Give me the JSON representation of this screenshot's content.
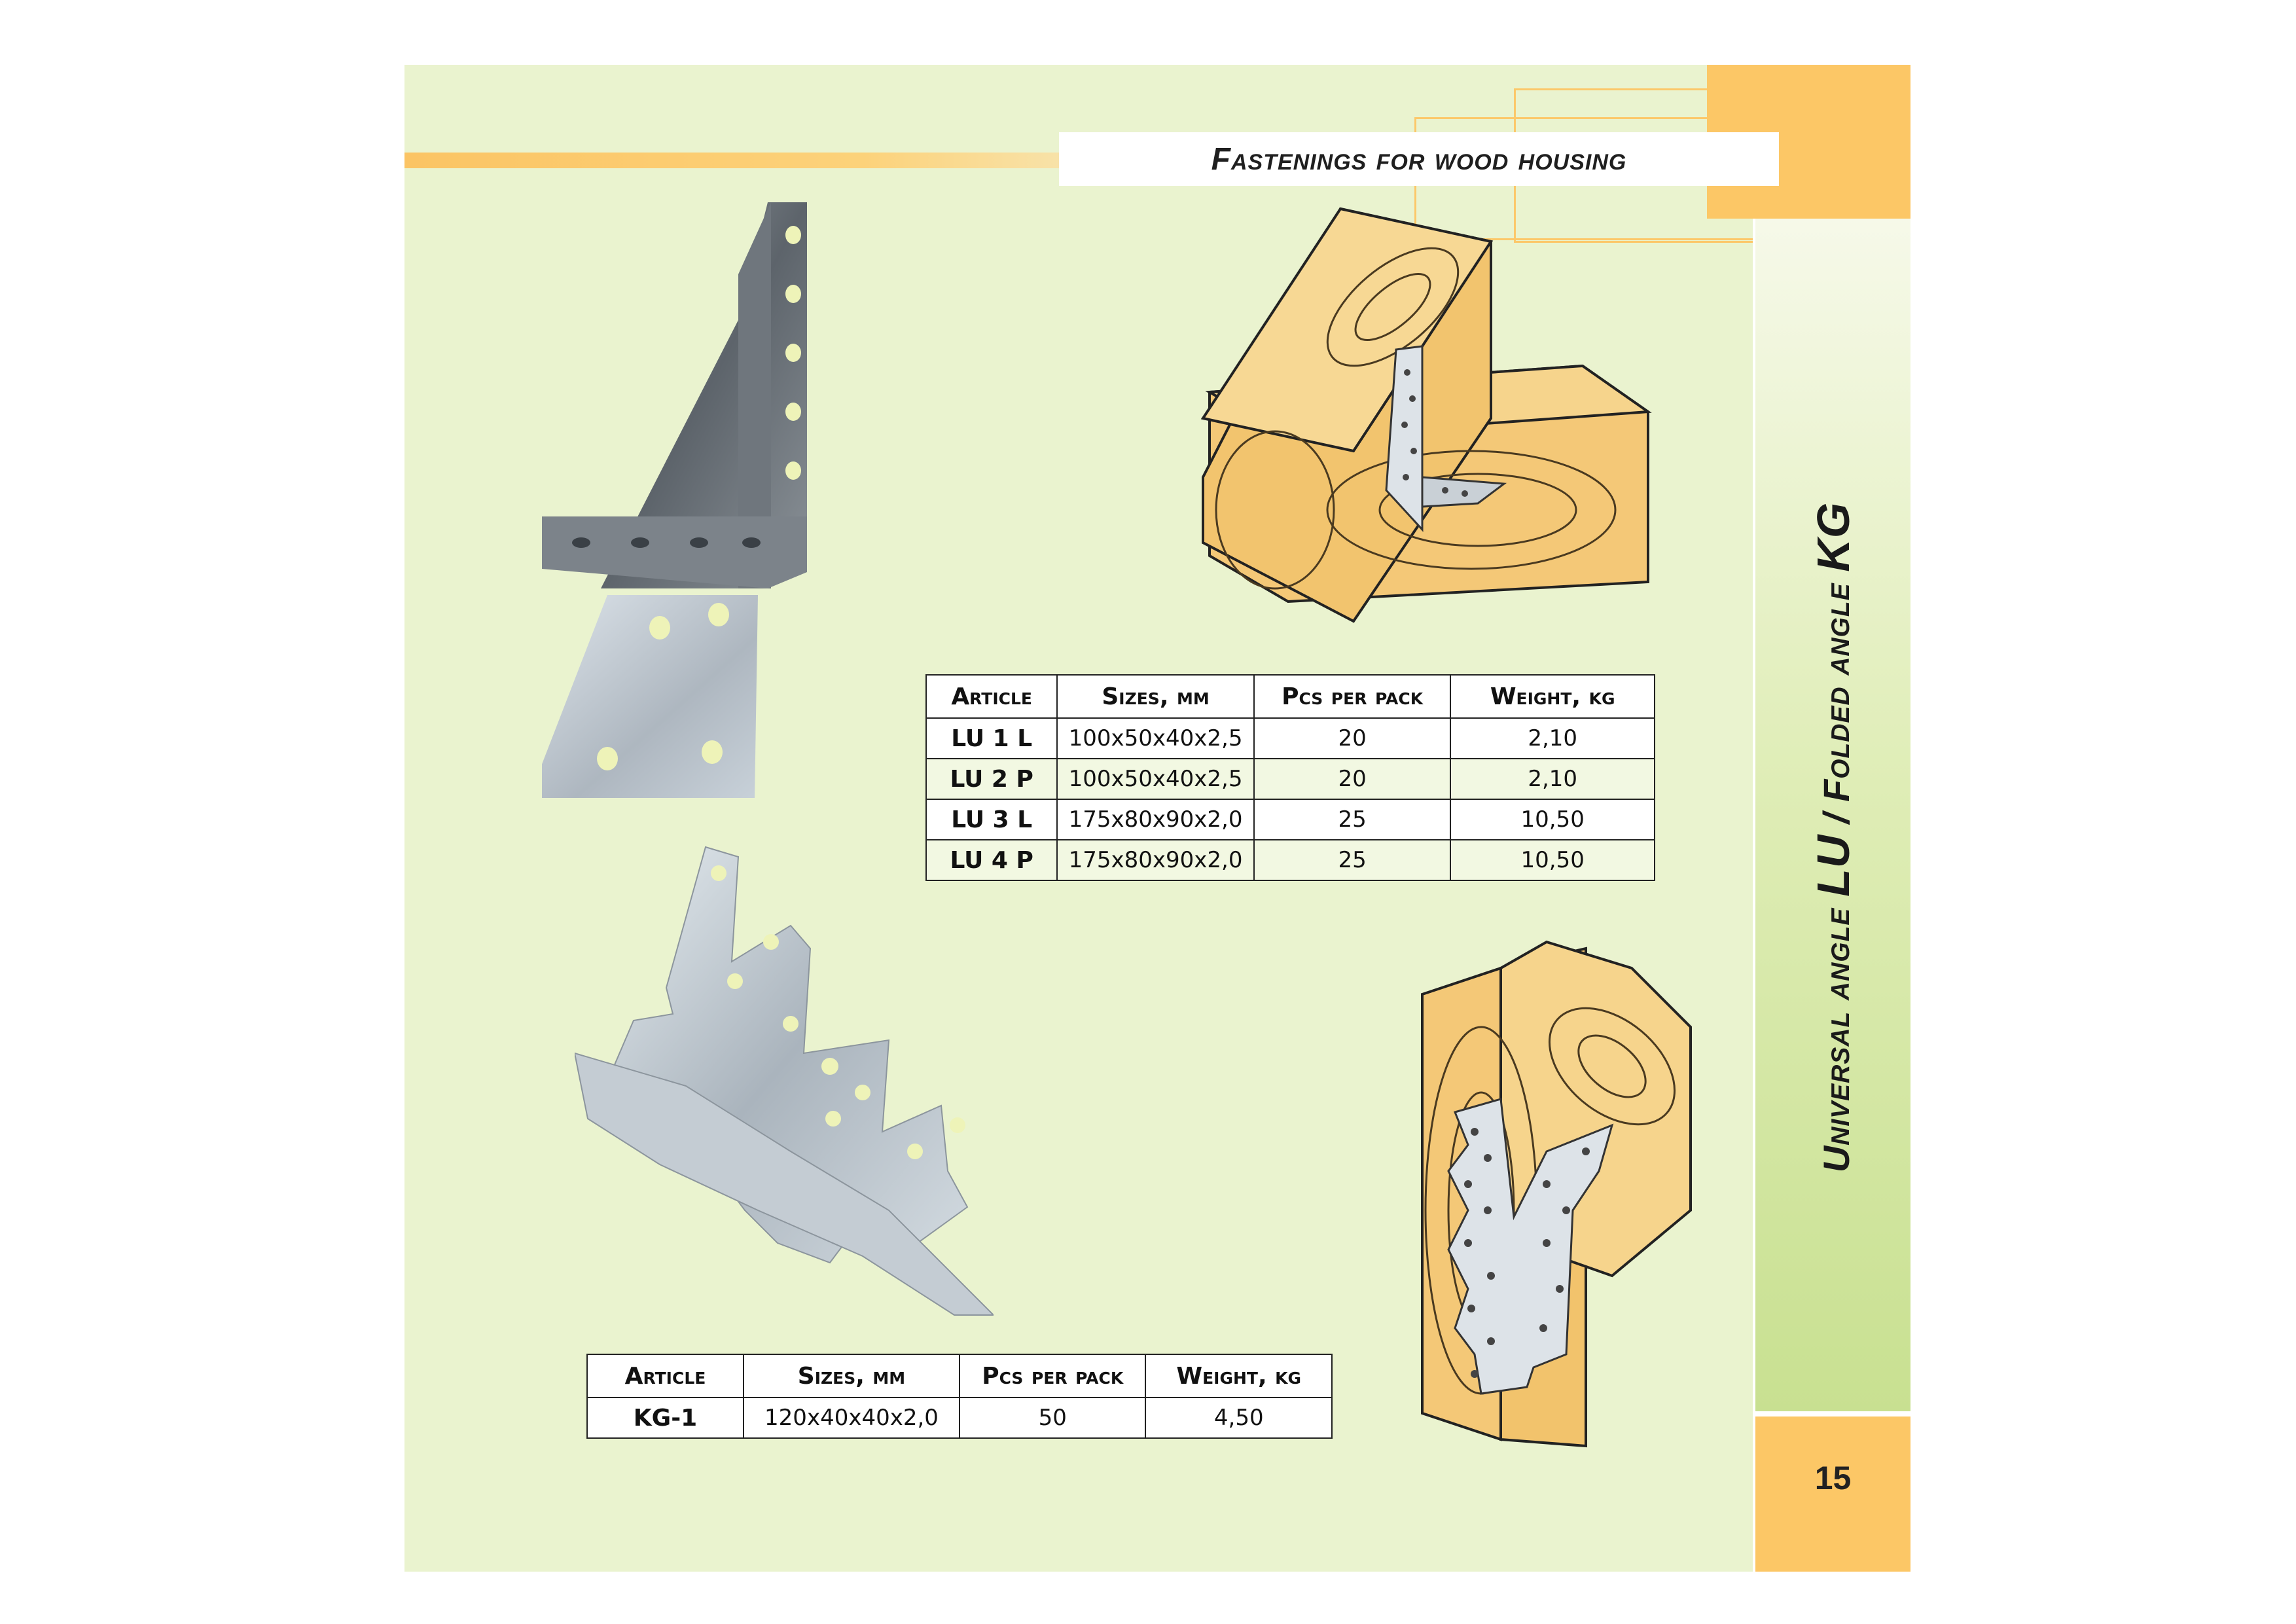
{
  "header": {
    "title": "Fastenings for wood housing"
  },
  "side_title": {
    "part1": "Universal angle ",
    "code1": "LU",
    "separator": " / ",
    "part2": "Folded angle ",
    "code2": "KG"
  },
  "page_number": "15",
  "colors": {
    "page_background": "#eaf3cf",
    "accent_orange": "#fcc766",
    "accent_green": "#c6df8d"
  },
  "table_lu": {
    "headers": [
      "Article",
      "Sizes, mm",
      "Pcs per pack",
      "Weight, kg"
    ],
    "rows": [
      [
        "LU 1 L",
        "100x50x40x2,5",
        "20",
        "2,10"
      ],
      [
        "LU 2 P",
        "100x50x40x2,5",
        "20",
        "2,10"
      ],
      [
        "LU 3 L",
        "175x80x90x2,0",
        "25",
        "10,50"
      ],
      [
        "LU 4 P",
        "175x80x90x2,0",
        "25",
        "10,50"
      ]
    ]
  },
  "table_kg": {
    "headers": [
      "Article",
      "Sizes, mm",
      "Pcs per pack",
      "Weight, kg"
    ],
    "rows": [
      [
        "KG-1",
        "120x40x40x2,0",
        "50",
        "4,50"
      ]
    ]
  },
  "illustrations": {
    "lu_photo": "metal-angle-bracket-photo",
    "lu_drawing": "wood-beams-with-angle-drawing",
    "kg_photo": "folded-angle-plate-photo",
    "kg_drawing": "wood-post-with-folded-angle-drawing"
  }
}
